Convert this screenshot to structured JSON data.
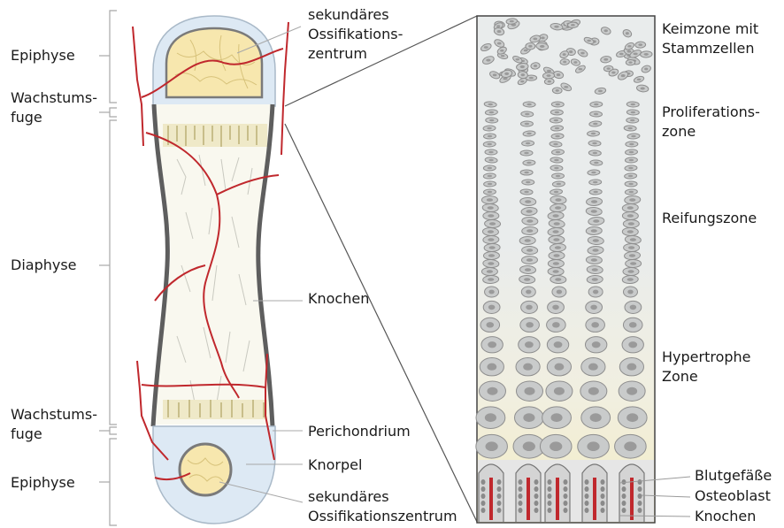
{
  "left_labels": {
    "epiphyse_top": "Epiphyse",
    "wachstumsfuge_top": [
      "Wachstums-",
      "fuge"
    ],
    "diaphyse": "Diaphyse",
    "wachstumsfuge_bottom": [
      "Wachstums-",
      "fuge"
    ],
    "epiphyse_bottom": "Epiphyse"
  },
  "bone_labels": {
    "sek_oss_top": [
      "sekundäres",
      "Ossifikations-",
      "zentrum"
    ],
    "knochen": "Knochen",
    "perichondrium": "Perichondrium",
    "knorpel": "Knorpel",
    "sek_oss_bottom": [
      "sekundäres",
      "Ossifikationszentrum"
    ]
  },
  "zone_labels": {
    "keimzone": [
      "Keimzone mit",
      "Stammzellen"
    ],
    "proliferation": [
      "Proliferations-",
      "zone"
    ],
    "reifung": "Reifungszone",
    "hypertroph": [
      "Hypertrophe",
      "Zone"
    ]
  },
  "detail_labels": {
    "blutgefaesse": "Blutgefäße",
    "osteoblast": "Osteoblast",
    "knochen": "Knochen"
  },
  "colors": {
    "vessel": "#c0282d",
    "cartilage_blue": "#dde9f4",
    "marrow_yellow": "#f7e7ae",
    "cortex_gray": "#6e6e6e",
    "cell_gray": "#9a9a9a"
  }
}
